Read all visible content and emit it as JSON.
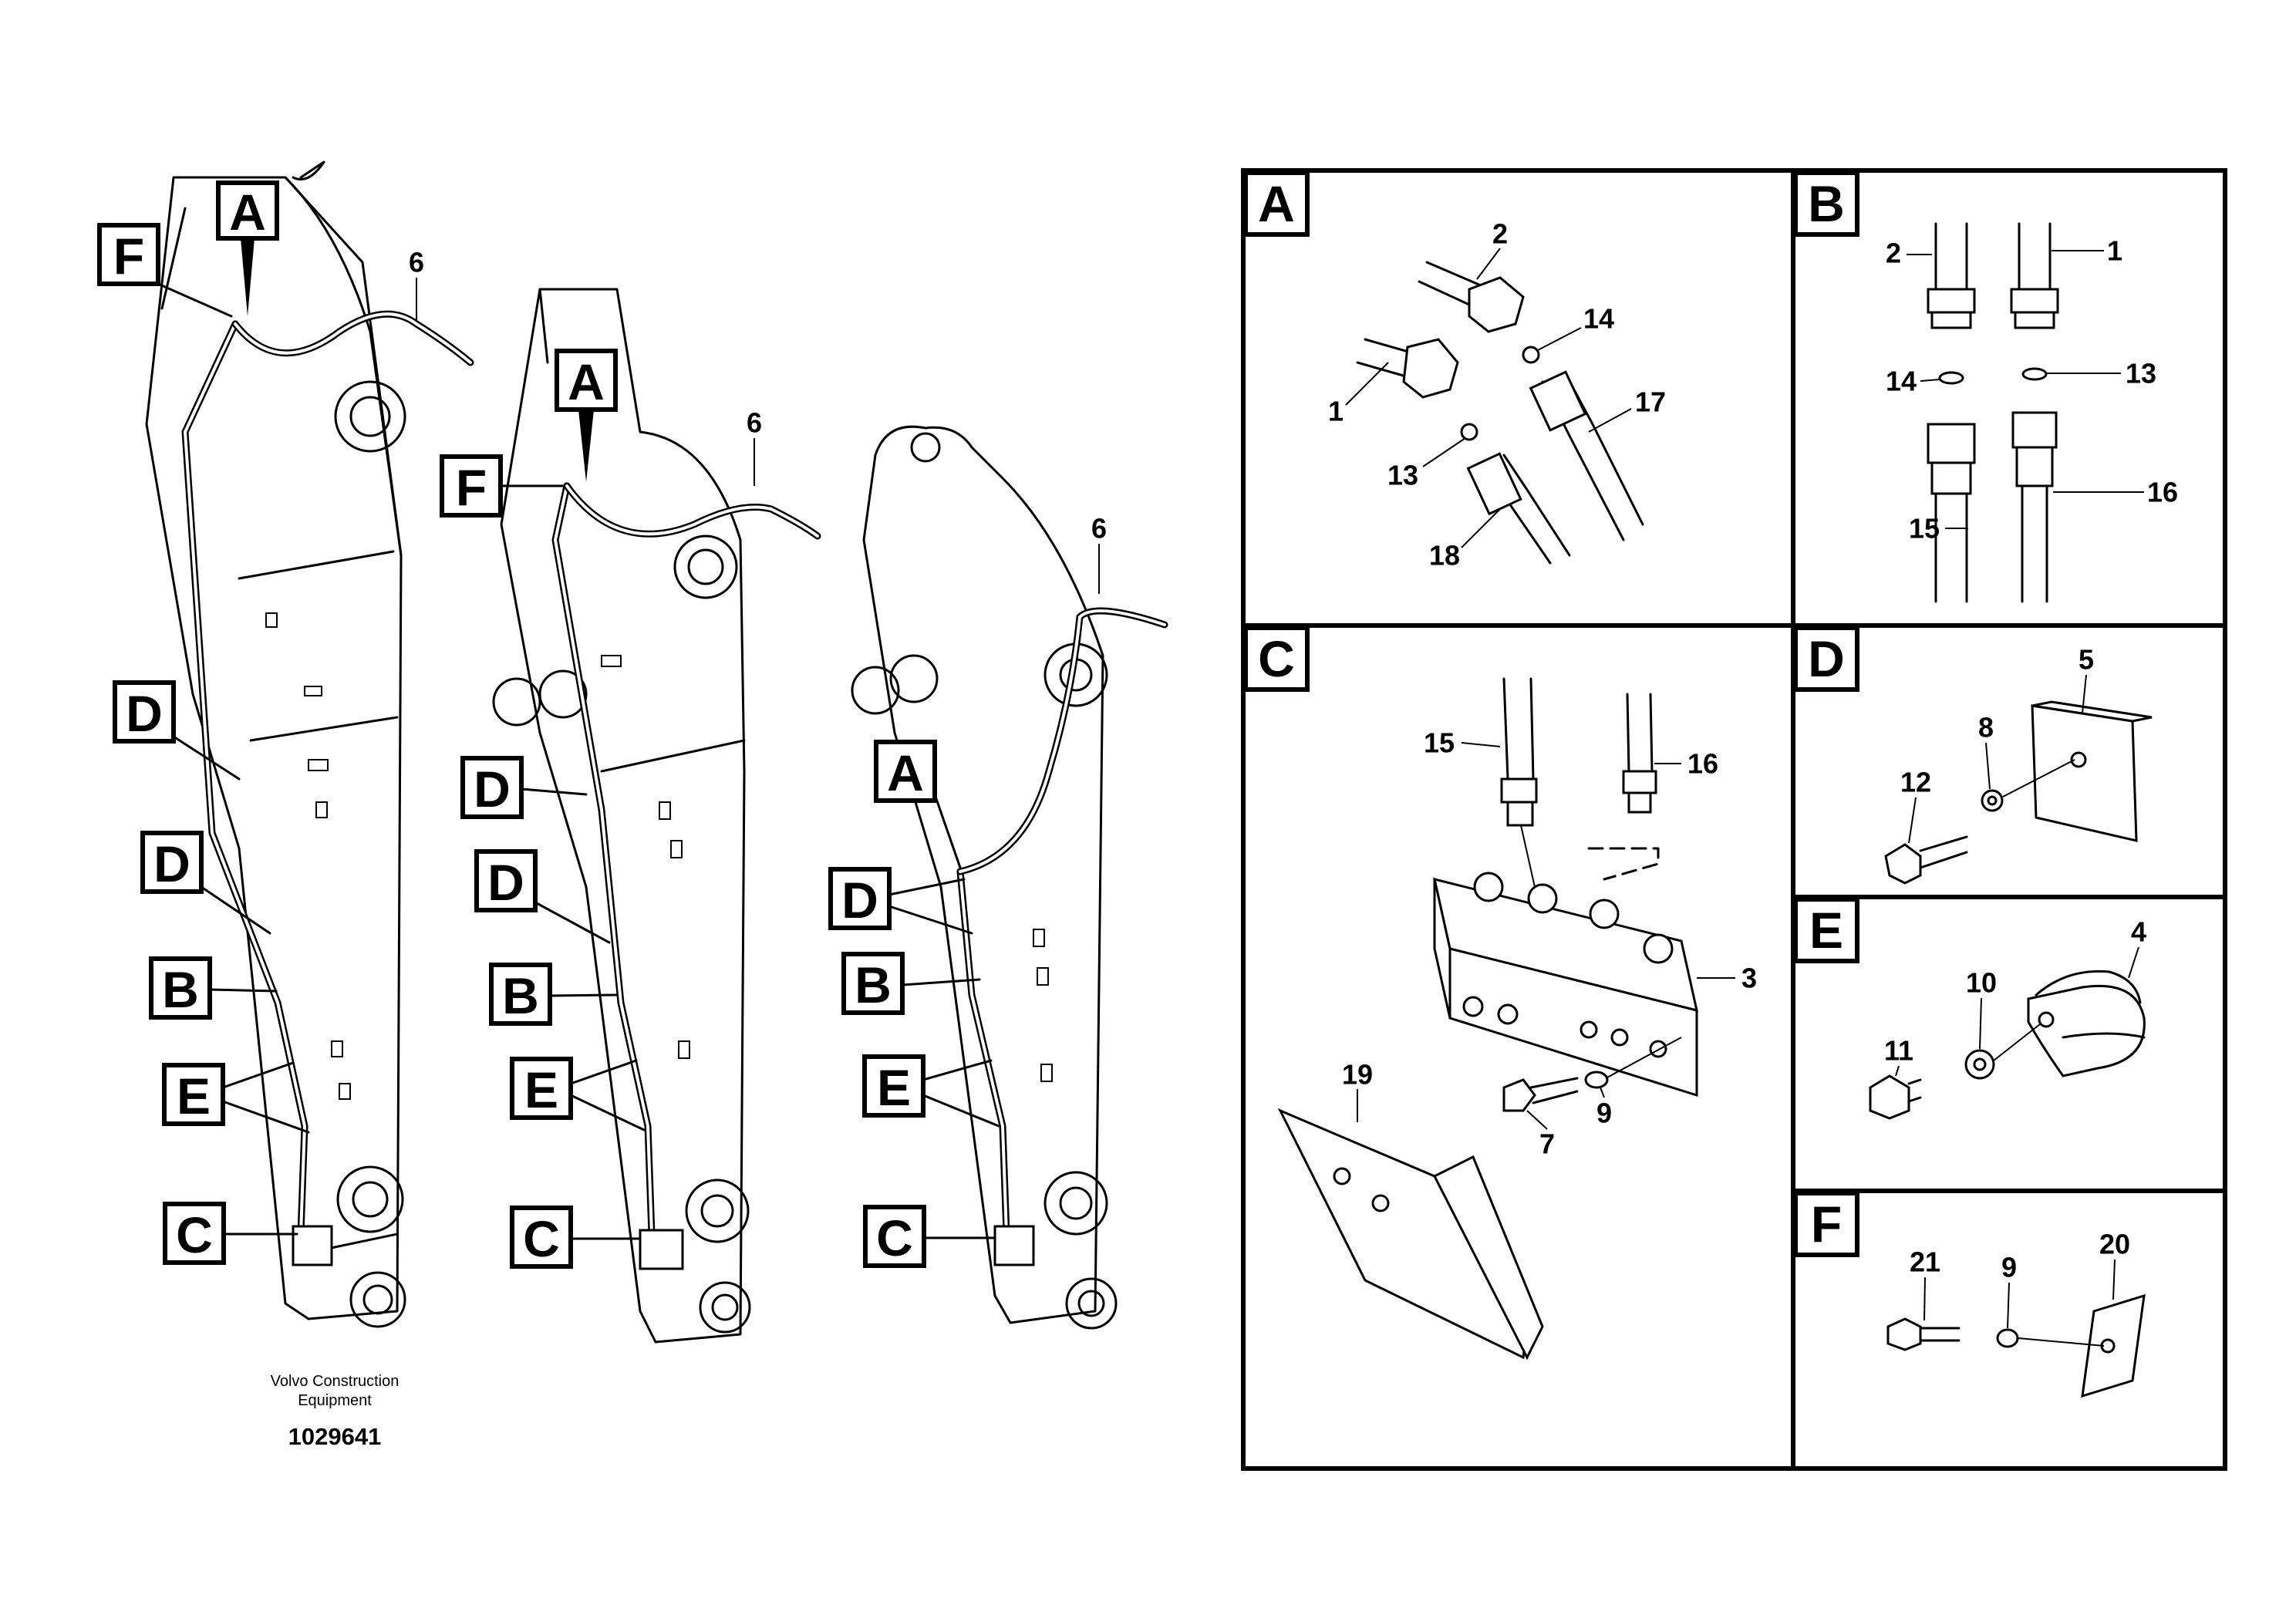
{
  "diagram": {
    "caption": {
      "line1": "Volvo Construction",
      "line2": "Equipment",
      "number": "1029641"
    },
    "view_labels": {
      "A": "A",
      "B": "B",
      "C": "C",
      "D": "D",
      "E": "E",
      "F": "F"
    },
    "part_numbers": {
      "p1": "1",
      "p2": "2",
      "p3": "3",
      "p4": "4",
      "p5": "5",
      "p6": "6",
      "p7": "7",
      "p8": "8",
      "p9": "9",
      "p10": "10",
      "p11": "11",
      "p12": "12",
      "p13": "13",
      "p14": "14",
      "p15": "15",
      "p16": "16",
      "p17": "17",
      "p18": "18",
      "p19": "19",
      "p20": "20",
      "p21": "21"
    }
  }
}
